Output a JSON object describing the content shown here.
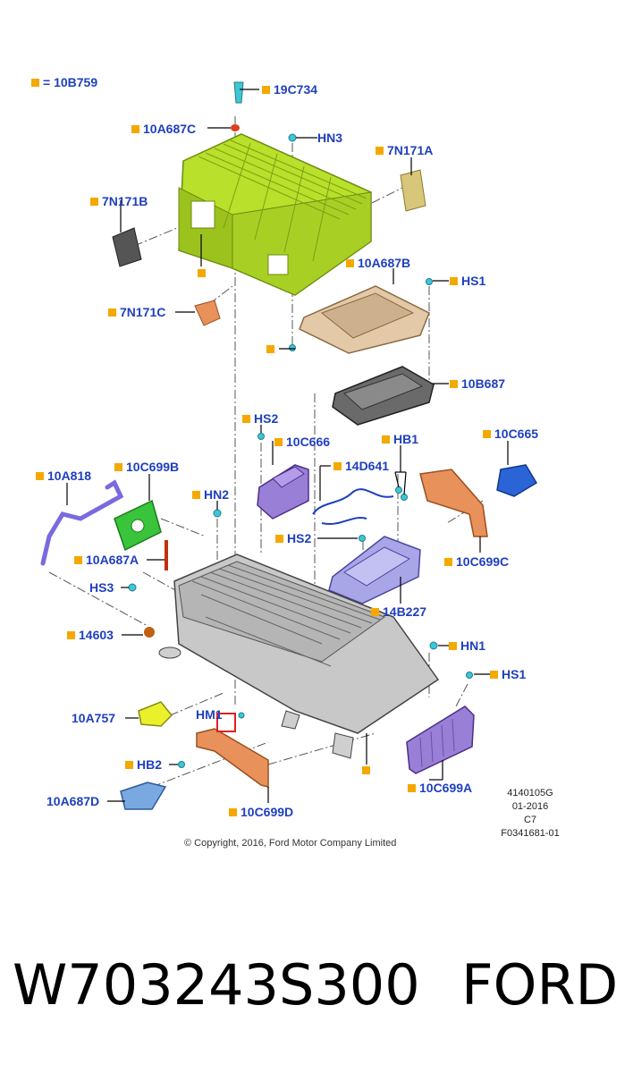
{
  "legend": {
    "label": "= 10B759",
    "swatch_color": "#f5a800"
  },
  "callouts": {
    "c_19C734": "19C734",
    "c_10A687C": "10A687C",
    "c_HN3": "HN3",
    "c_7N171A": "7N171A",
    "c_7N171B": "7N171B",
    "c_10A687B": "10A687B",
    "c_HS1_top": "HS1",
    "c_7N171C": "7N171C",
    "c_10B687": "10B687",
    "c_HS2_top": "HS2",
    "c_10C666": "10C666",
    "c_HB1": "HB1",
    "c_10C665": "10C665",
    "c_10A818": "10A818",
    "c_10C699B": "10C699B",
    "c_14D641": "14D641",
    "c_HN2": "HN2",
    "c_HS2_mid": "HS2",
    "c_10A687A": "10A687A",
    "c_10C699C": "10C699C",
    "c_HS3": "HS3",
    "c_14B227": "14B227",
    "c_14603": "14603",
    "c_HN1": "HN1",
    "c_HS1_low": "HS1",
    "c_10A757": "10A757",
    "c_HM1": "HM1",
    "c_HB2": "HB2",
    "c_10C699A": "10C699A",
    "c_10A687D": "10A687D",
    "c_10C699D": "10C699D"
  },
  "meta": {
    "line1": "4140105G",
    "line2": "01-2016",
    "line3": "C7",
    "line4": "F0341681-01"
  },
  "copyright": "© Copyright, 2016, Ford Motor Company Limited",
  "bottom": {
    "part_number": "W703243S300",
    "brand": "FORD"
  },
  "colors": {
    "label_blue": "#1f3fbf",
    "marker_orange": "#f5a800",
    "cover_green": "#b9e02a",
    "bracket_tan": "#e3c9a8",
    "module_purple": "#9a7fd6",
    "module_lavender": "#a9a6e8",
    "bracket_orange": "#e8915a",
    "part_green": "#39c43b",
    "part_yellow": "#eaf02c",
    "part_blue": "#7aa8e0",
    "fastener_cyan": "#3fc6d6",
    "highlight_red": "#e02020"
  }
}
